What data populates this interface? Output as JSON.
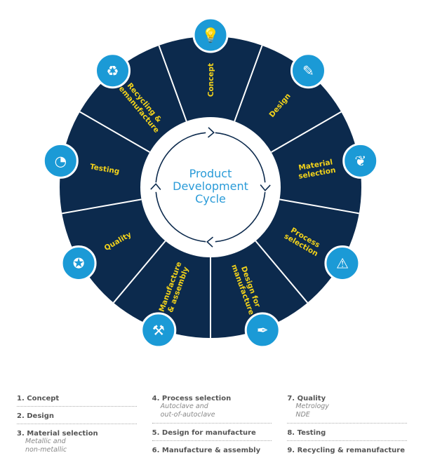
{
  "title_lines": [
    "Product",
    "Development",
    "Cycle"
  ],
  "colors": {
    "navy": "#0c2a4d",
    "blue": "#1b9ad6",
    "yellow": "#f2d21b",
    "title": "#2a9bd8"
  },
  "segments": [
    {
      "lines": [
        "Concept"
      ],
      "icon": "lightbulb-icon",
      "glyph": "💡"
    },
    {
      "lines": [
        "Design"
      ],
      "icon": "pencil-brush-icon",
      "glyph": "✎"
    },
    {
      "lines": [
        "Material",
        "selection"
      ],
      "icon": "leaf-icon",
      "glyph": "❦"
    },
    {
      "lines": [
        "Process",
        "selection"
      ],
      "icon": "warning-icon",
      "glyph": "⚠"
    },
    {
      "lines": [
        "Design for",
        "manufacture"
      ],
      "icon": "pen-nib-icon",
      "glyph": "✒"
    },
    {
      "lines": [
        "Manufacture",
        "& assembly"
      ],
      "icon": "tools-icon",
      "glyph": "⚒"
    },
    {
      "lines": [
        "Quality"
      ],
      "icon": "award-ribbon-icon",
      "glyph": "✪"
    },
    {
      "lines": [
        "Testing"
      ],
      "icon": "gauge-icon",
      "glyph": "◔"
    },
    {
      "lines": [
        "Recycling &",
        "remanufacture"
      ],
      "icon": "recycle-icon",
      "glyph": "♻"
    }
  ],
  "legend": [
    [
      {
        "title": "1. Concept"
      },
      {
        "title": "2. Design"
      },
      {
        "title": "3. Material selection",
        "sub": [
          "Metallic and",
          "non-metallic"
        ]
      }
    ],
    [
      {
        "title": "4. Process selection",
        "sub": [
          "Autoclave and",
          "out-of-autoclave"
        ]
      },
      {
        "title": "5. Design for manufacture"
      },
      {
        "title": "6. Manufacture & assembly"
      }
    ],
    [
      {
        "title": "7. Quality",
        "sub": [
          "Metrology",
          "NDE"
        ]
      },
      {
        "title": "8. Testing"
      },
      {
        "title": "9. Recycling & remanufacture"
      }
    ]
  ]
}
